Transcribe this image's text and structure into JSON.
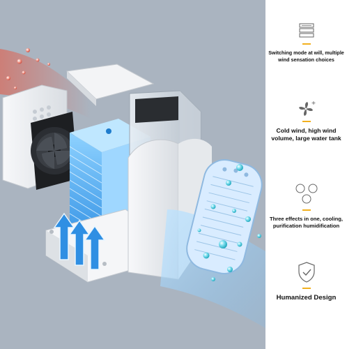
{
  "features": [
    {
      "icon": "stacked-layers-icon",
      "text": "Switching mode at will, multiple wind sensation choices"
    },
    {
      "icon": "fan-icon",
      "text": "Cold wind, high wind volume, large water tank"
    },
    {
      "icon": "three-circles-icon",
      "text": "Three effects in one, cooling, purification humidification"
    },
    {
      "icon": "shield-check-icon",
      "text": "Humanized Design"
    }
  ],
  "colors": {
    "background": "#aab4c0",
    "accent": "#f2b01e",
    "cool_blue": "#3aa6f0",
    "warm_red": "#e0604e"
  }
}
